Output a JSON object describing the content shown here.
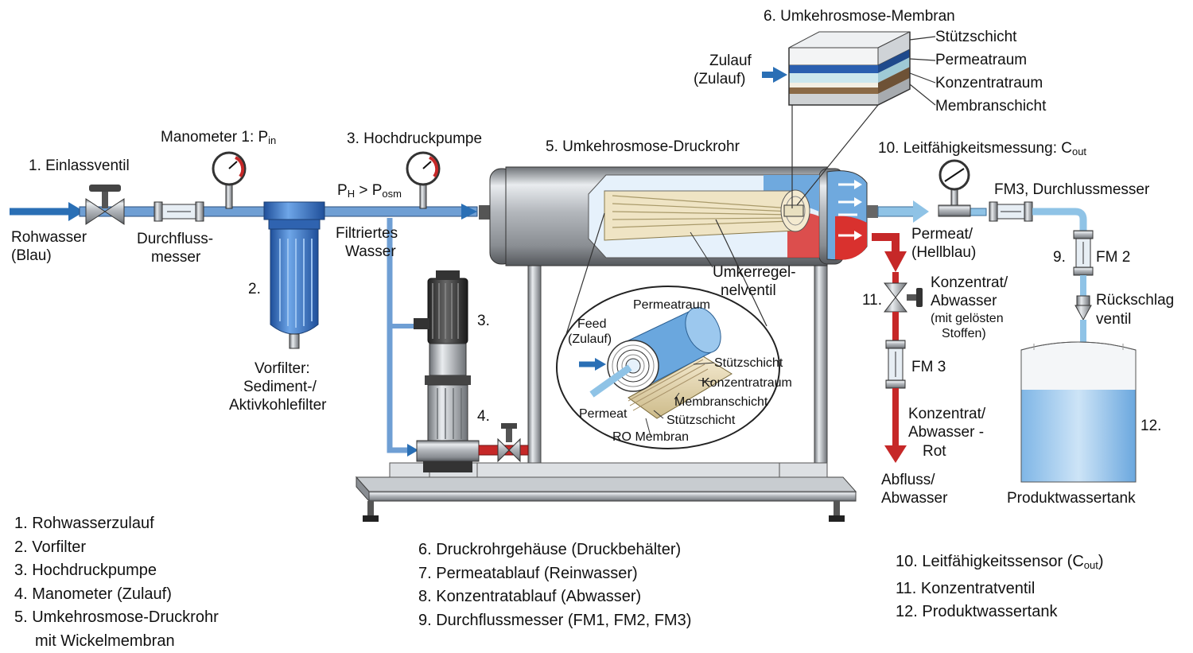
{
  "labels": {
    "inlet_valve": "1. Einlassventil",
    "raw_water_1": "Rohwasser",
    "raw_water_2": "(Blau)",
    "manometer_1": "Manometer 1: P",
    "manometer_1_sub": "in",
    "flowmeter_1": "Durchfluss-",
    "flowmeter_2": "messer",
    "prefilter_num": "2.",
    "prefilter_1": "Vorfilter:",
    "prefilter_2": "Sediment-/",
    "prefilter_3": "Aktivkohlefilter",
    "hp_pump": "3. Hochdruckpumpe",
    "pressure_p": "P",
    "pressure_h": "H",
    "pressure_gt": " > P",
    "pressure_osm": "osm",
    "filtered_1": "Filtriertes",
    "filtered_2": "Wasser",
    "pump_num": "3.",
    "gauge_num": "4.",
    "ro_tube": "5. Umkehrosmose-Druckrohr",
    "membrane_title": "6. Umkehrosmose-Membran",
    "feed_1": "Zulauf",
    "feed_2": "(Zulauf)",
    "layer_support_top": "Stützschicht",
    "layer_permeate": "Permeatraum",
    "layer_concentrate": "Konzentratraum",
    "layer_membrane": "Membranschicht",
    "conductivity": "10. Leitfähigkeitsmessung: C",
    "conductivity_sub": "out",
    "fm3_top": "FM3, Durchlussmesser",
    "permeate_1": "Permeat/",
    "permeate_2": "(Hellblau)",
    "bypass_1": "Umkerregel-",
    "bypass_2": "nelventil",
    "valve_num": "11.",
    "concentrate_1": "Konzentrat/",
    "concentrate_2": "Abwasser",
    "concentrate_3": "(mit gelösten",
    "concentrate_4": "Stoffen)",
    "fm3_side": "FM 3",
    "conc_red_1": "Konzentrat/",
    "conc_red_2": "Abwasser -",
    "conc_red_3": "Rot",
    "drain_1": "Abfluss/",
    "drain_2": "Abwasser",
    "fm2_num": "9.",
    "fm2": "FM 2",
    "check_1": "Rückschlag",
    "check_2": "ventil",
    "tank_num": "12.",
    "tank": "Produktwassertank",
    "inset_permeatraum": "Permeatraum",
    "inset_feed_1": "Feed",
    "inset_feed_2": "(Zulauf)",
    "inset_stuetz_1": "Stützschicht",
    "inset_konz": "Konzentratraum",
    "inset_memb": "Membranschicht",
    "inset_permeat": "Permeat",
    "inset_stuetz_2": "Stützschicht",
    "inset_ro": "RO Membran"
  },
  "legend_left": [
    "1. Rohwasserzulauf",
    "2. Vorfilter",
    "3. Hochdruckpumpe",
    "4. Manometer (Zulauf)",
    "5. Umkehrosmose-Druckrohr",
    "mit Wickelmembran"
  ],
  "legend_mid": [
    "6. Druckrohrgehäuse (Druckbehälter)",
    "7. Permeatablauf (Reinwasser)",
    "8. Konzentratablauf (Abwasser)",
    "9. Durchflussmesser (FM1, FM2, FM3)"
  ],
  "legend_right": {
    "item10": "10. Leitfähigkeitssensor (C",
    "item10_sub": "out",
    "item10_end": ")",
    "item11": "11. Konzentratventil",
    "item12": "12. Produktwassertank"
  },
  "colors": {
    "raw_water": "#2a6fb5",
    "permeate": "#8fc3e6",
    "concentrate": "#c62828",
    "steel": "#a9adb2",
    "filter_blue": "#3f7fcf",
    "membrane_tan": "#e9dcb5"
  }
}
